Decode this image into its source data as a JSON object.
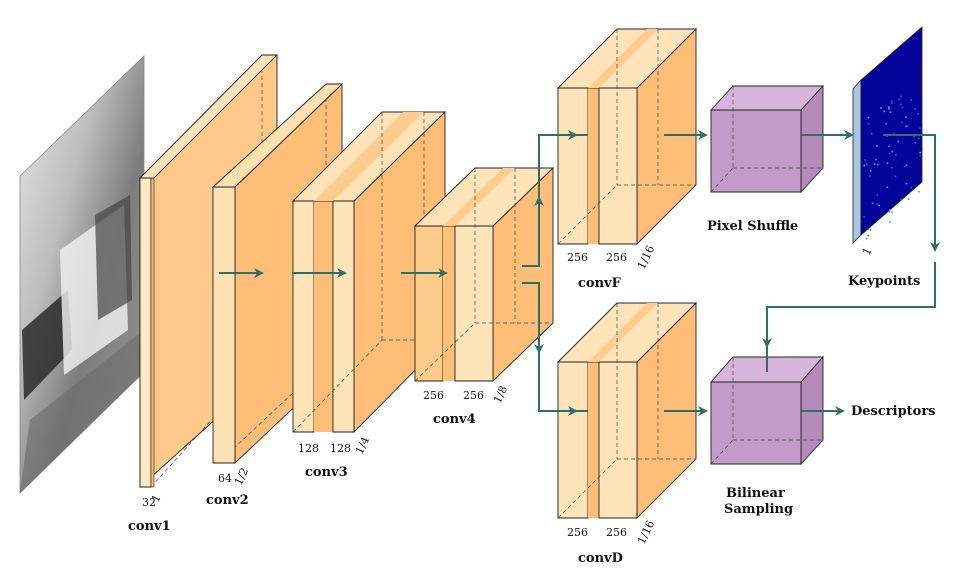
{
  "diagram": {
    "blocks": {
      "conv1": {
        "name": "conv1",
        "channels": "32",
        "scale": "1"
      },
      "conv2": {
        "name": "conv2",
        "channels": "64",
        "scale": "1/2"
      },
      "conv3": {
        "name": "conv3",
        "channels_a": "128",
        "channels_b": "128",
        "scale": "1/4"
      },
      "conv4": {
        "name": "conv4",
        "channels_a": "256",
        "channels_b": "256",
        "scale": "1/8"
      },
      "convF": {
        "name": "convF",
        "channels_a": "256",
        "channels_b": "256",
        "scale": "1/16"
      },
      "convD": {
        "name": "convD",
        "channels_a": "256",
        "channels_b": "256",
        "scale": "1/16"
      }
    },
    "ops": {
      "pixel_shuffle": "Pixel Shuffle",
      "bilinear_line1": "Bilinear",
      "bilinear_line2": "Sampling"
    },
    "outputs": {
      "keypoints": "Keypoints",
      "keypoints_scale": "1",
      "descriptors": "Descriptors"
    },
    "colors": {
      "layer_light": "#FFE9C4",
      "layer_mid": "#FFD39A",
      "layer_dark": "#FFBE78",
      "op_purple": "#C49AC8",
      "arrow": "#2F6F6A",
      "heatmap": "#04049A"
    }
  }
}
